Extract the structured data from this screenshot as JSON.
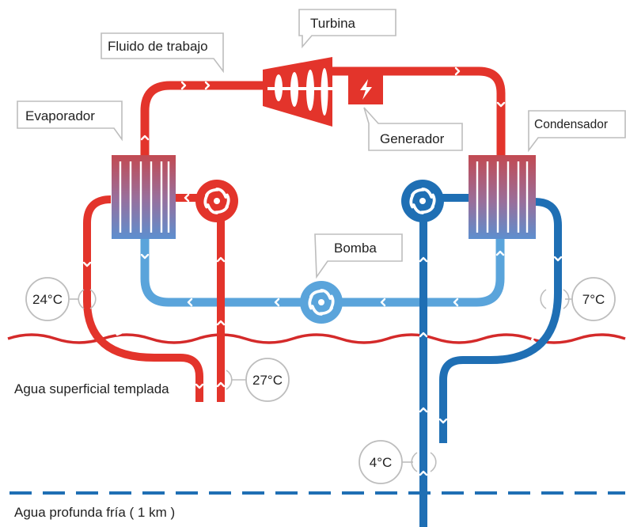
{
  "labels": {
    "turbine": "Turbina",
    "working_fluid": "Fluido de trabajo",
    "evaporator": "Evaporador",
    "generator": "Generador",
    "condenser": "Condensador",
    "pump": "Bomba",
    "surface_water": "Agua superficial templada",
    "deep_water": "Agua profunda fría ( 1 km )"
  },
  "temperatures": {
    "evaporator_out": "24°C",
    "surface_in": "27°C",
    "condenser_out": "7°C",
    "deep_in": "4°C"
  },
  "colors": {
    "hot": "#e3342b",
    "cold_deep": "#1f6fb4",
    "cold_loop": "#5aa4db",
    "sea_line": "#d42a2a",
    "deep_dash": "#1f6fb4",
    "callout_border": "#bdbdbd"
  },
  "icons": {
    "generator": "lightning-bolt-icon",
    "pump": "pump-impeller-icon"
  }
}
